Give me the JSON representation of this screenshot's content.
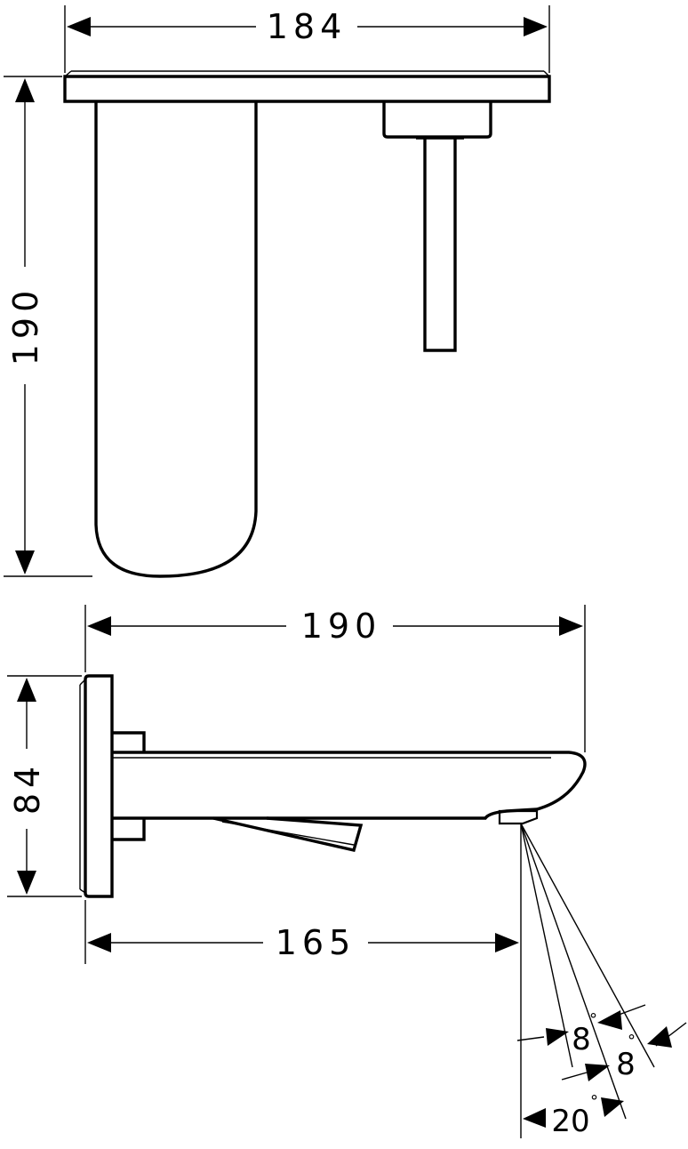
{
  "drawing": {
    "top_view": {
      "width_label": "184",
      "depth_label": "190"
    },
    "side_view": {
      "projection_label": "190",
      "height_label": "84",
      "outlet_label": "165"
    },
    "jet_angles": {
      "angle_1": "8",
      "angle_2": "8",
      "angle_3": "20",
      "degree_symbol": "°"
    }
  }
}
